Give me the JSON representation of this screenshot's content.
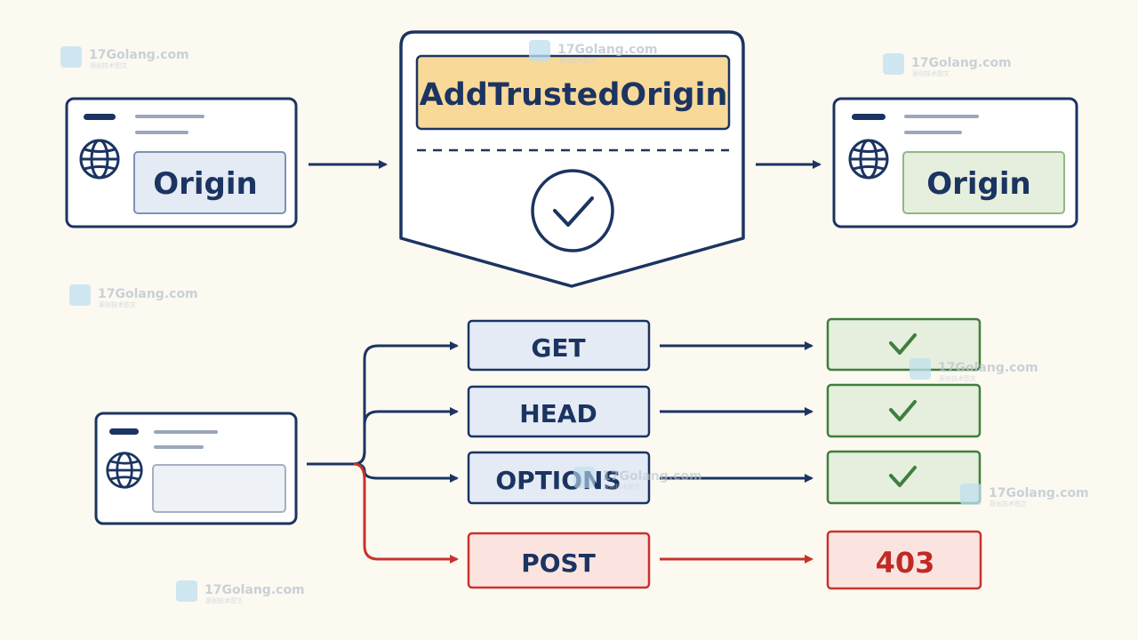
{
  "colors": {
    "navy": "#1b3461",
    "background": "#fcf9f1",
    "panel": "#ffffff",
    "yellow_fill": "#f8d998",
    "yellow_stroke": "#1b3461",
    "blue_fill": "#e4ebf4",
    "blue_stroke": "#7d93b4",
    "green_fill": "#e6efdd",
    "green_stroke": "#3f7f3c",
    "red_fill": "#fbe4e0",
    "red_stroke": "#c8322c",
    "red_text": "#c02a25",
    "placeholder_line": "#9aa7bd"
  },
  "top": {
    "input_origin_label": "Origin",
    "middleware_title": "AddTrustedOrigin",
    "output_origin_label": "Origin"
  },
  "methods": [
    {
      "label": "GET",
      "result": "check",
      "result_icon": "check-icon"
    },
    {
      "label": "HEAD",
      "result": "check",
      "result_icon": "check-icon"
    },
    {
      "label": "OPTIONS",
      "result": "check",
      "result_icon": "check-icon"
    },
    {
      "label": "POST",
      "result": "403"
    }
  ],
  "icons": {
    "globe": "globe-icon",
    "check": "check-icon",
    "arrow": "arrow-right-icon"
  },
  "watermark": {
    "text": "17Golang.com",
    "subtext": "源创技术图文"
  }
}
